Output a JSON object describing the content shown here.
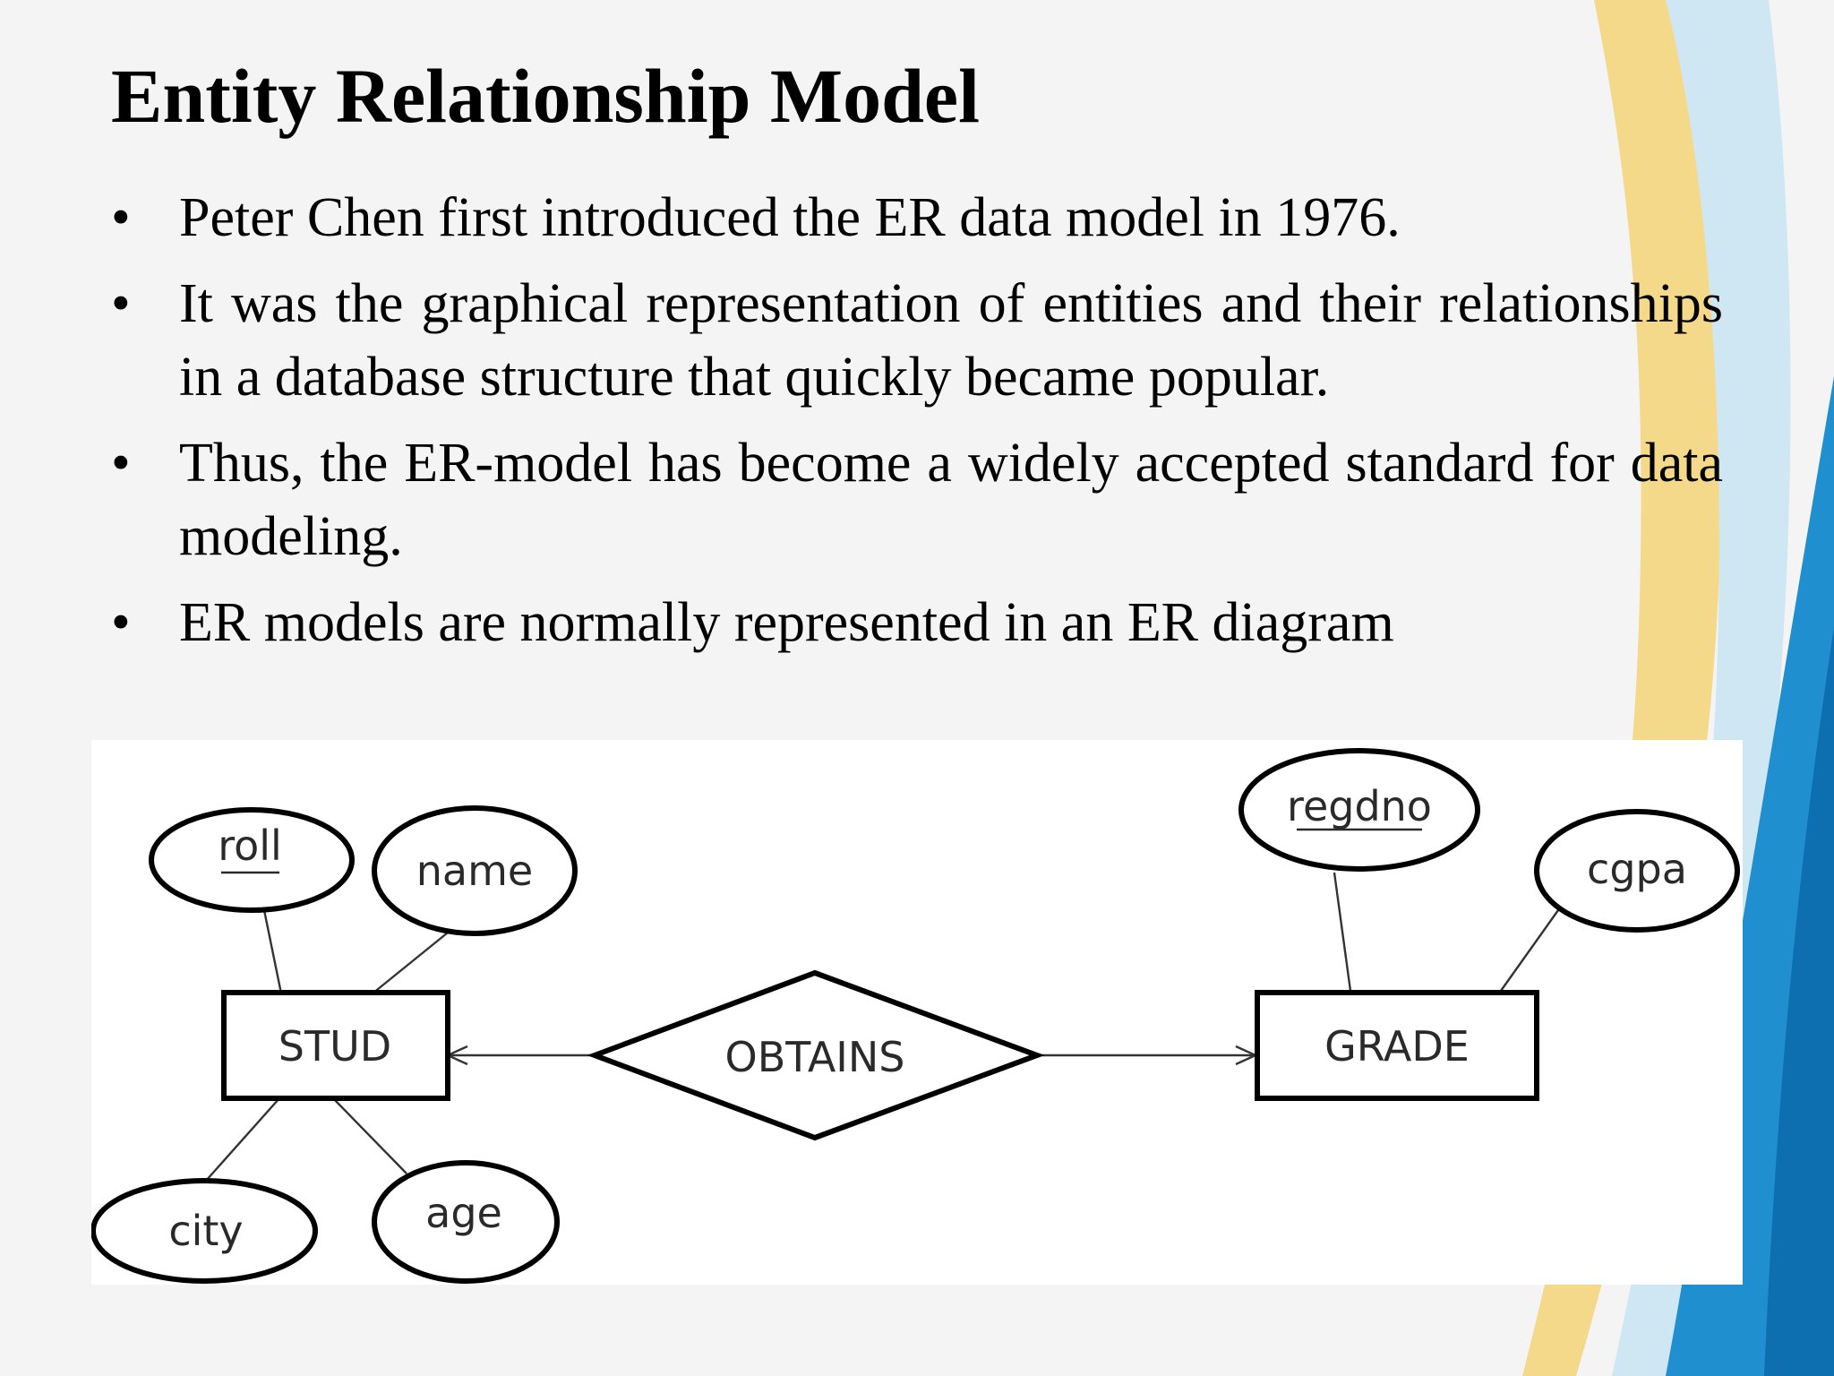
{
  "slide": {
    "title": "Entity Relationship Model",
    "bullet_symbol": "•",
    "bullets": [
      "Peter Chen first introduced the ER data model in 1976.",
      "It was the graphical representation of entities and their relationships  in a database structure that quickly became popular.",
      "Thus, the  ER-model has become a widely accepted standard for data modeling.",
      "ER models are normally represented in an ER diagram"
    ]
  },
  "diagram": {
    "entities": {
      "stud": "STUD",
      "grade": "GRADE"
    },
    "relationship": "OBTAINS",
    "attributes": {
      "roll": "roll",
      "name": "name",
      "city": "city",
      "age": "age",
      "regdno": "regdno",
      "cgpa": "cgpa"
    },
    "key_attributes": [
      "roll",
      "regdno"
    ]
  },
  "colors": {
    "background": "#f3f3f3",
    "accent_blue": "#1f8fd0",
    "accent_yellow": "#f2c548"
  }
}
